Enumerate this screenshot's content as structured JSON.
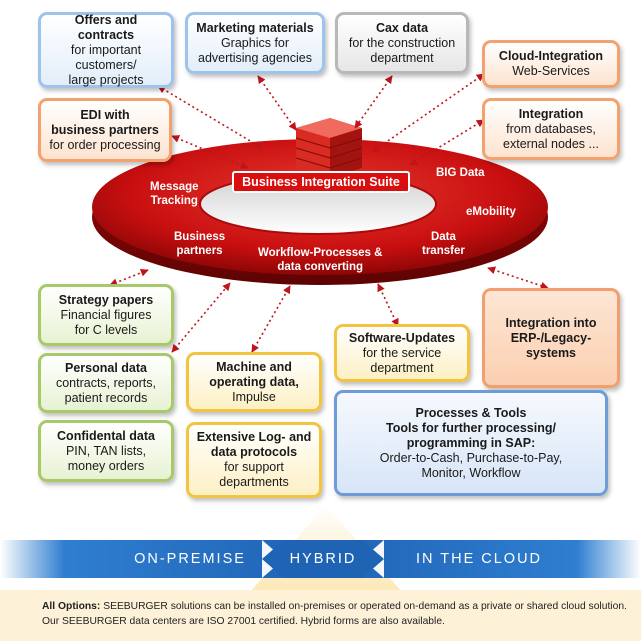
{
  "hub": {
    "suite": "Business Integration Suite",
    "ring_labels": {
      "message_tracking": "Message\nTracking",
      "big_data": "BIG Data",
      "emobility": "eMobility",
      "business_partners": "Business\npartners",
      "workflow": "Workflow-Processes &\ndata converting",
      "data_transfer": "Data\ntransfer"
    }
  },
  "boxes": {
    "offers": {
      "title": "Offers and contracts",
      "desc": "for important\ncustomers/\nlarge projects"
    },
    "marketing": {
      "title": "Marketing materials",
      "desc": "Graphics for\nadvertising agencies"
    },
    "cax": {
      "title": "Cax data",
      "desc": "for the construction\ndepartment"
    },
    "cloud": {
      "title": "Cloud-Integration",
      "desc": "Web-Services"
    },
    "edi": {
      "title": "EDI with\nbusiness partners",
      "desc": "for order processing"
    },
    "integration_db": {
      "title": "Integration",
      "desc": "from databases,\nexternal nodes ..."
    },
    "strategy": {
      "title": "Strategy papers",
      "desc": "Financial figures\nfor C levels"
    },
    "personal": {
      "title": "Personal data",
      "desc": "contracts, reports,\npatient records"
    },
    "confidential": {
      "title": "Confidental data",
      "desc": "PIN, TAN lists,\nmoney orders"
    },
    "machine": {
      "title": "Machine and\noperating data,",
      "desc": "Impulse"
    },
    "logs": {
      "title": "Extensive Log- and\ndata protocols",
      "desc": "for support\ndepartments"
    },
    "software": {
      "title": "Software-Updates",
      "desc": "for the service\ndepartment"
    },
    "erp": {
      "title": "Integration into\nERP-/Legacy-\nsystems",
      "desc": ""
    },
    "processes": {
      "title": "Processes & Tools\nTools for further processing/\nprogramming in SAP:",
      "desc": "Order-to-Cash, Purchase-to-Pay,\nMonitor, Workflow"
    }
  },
  "deployment": {
    "on_premise": "ON-PREMISE",
    "hybrid": "HYBRID",
    "cloud": "IN THE CLOUD"
  },
  "footer": {
    "label": "All Options:",
    "text": " SEEBURGER solutions can be installed on-premises or operated on-demand as a private or shared cloud solution. Our SEEBURGER data centers are ISO 27001 certified. Hybrid forms are also available."
  },
  "colors": {
    "ring_red": "#cc1111",
    "banner_blue": "#2a6fc0",
    "footer_bg": "#fdf1d8"
  }
}
